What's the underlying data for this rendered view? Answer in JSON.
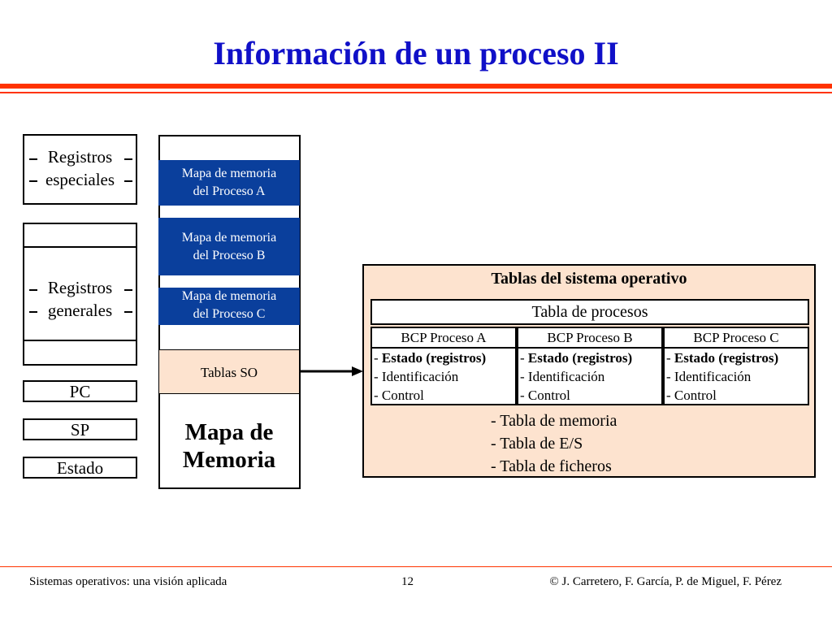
{
  "title": "Información de un proceso II",
  "registers": {
    "especiales": [
      "Registros",
      "especiales"
    ],
    "generales": [
      "Registros",
      "generales"
    ],
    "pc": "PC",
    "sp": "SP",
    "estado": "Estado"
  },
  "memory": {
    "process_a": [
      "Mapa de memoria",
      "del Proceso A"
    ],
    "process_b": [
      "Mapa de memoria",
      "del Proceso B"
    ],
    "process_c": [
      "Mapa de memoria",
      "del Proceso C"
    ],
    "tablas_so": "Tablas SO",
    "label": [
      "Mapa de",
      "Memoria"
    ]
  },
  "os_tables": {
    "title": "Tablas del sistema operativo",
    "process_table": "Tabla de procesos",
    "bcp": [
      {
        "header": "BCP Proceso A",
        "dash": "- ",
        "estado": "Estado (registros)",
        "ident": "- Identificación",
        "control": "- Control"
      },
      {
        "header": "BCP Proceso B",
        "dash": "- ",
        "estado": "Estado (registros)",
        "ident": "- Identificación",
        "control": "- Control"
      },
      {
        "header": "BCP Proceso C",
        "dash": "- ",
        "estado": "Estado (registros)",
        "ident": "- Identificación",
        "control": "- Control"
      }
    ],
    "other": [
      "- Tabla de memoria",
      "- Tabla de E/S",
      "- Tabla de ficheros"
    ]
  },
  "footer": {
    "left": "Sistemas operativos: una visión aplicada",
    "page": "12",
    "right": "© J. Carretero, F. García, P. de Miguel, F. Pérez"
  },
  "colors": {
    "title": "#1010c8",
    "accent_rule": "#ff3300",
    "process_block": "#0a3f9c",
    "os_fill": "#fde3cf"
  }
}
